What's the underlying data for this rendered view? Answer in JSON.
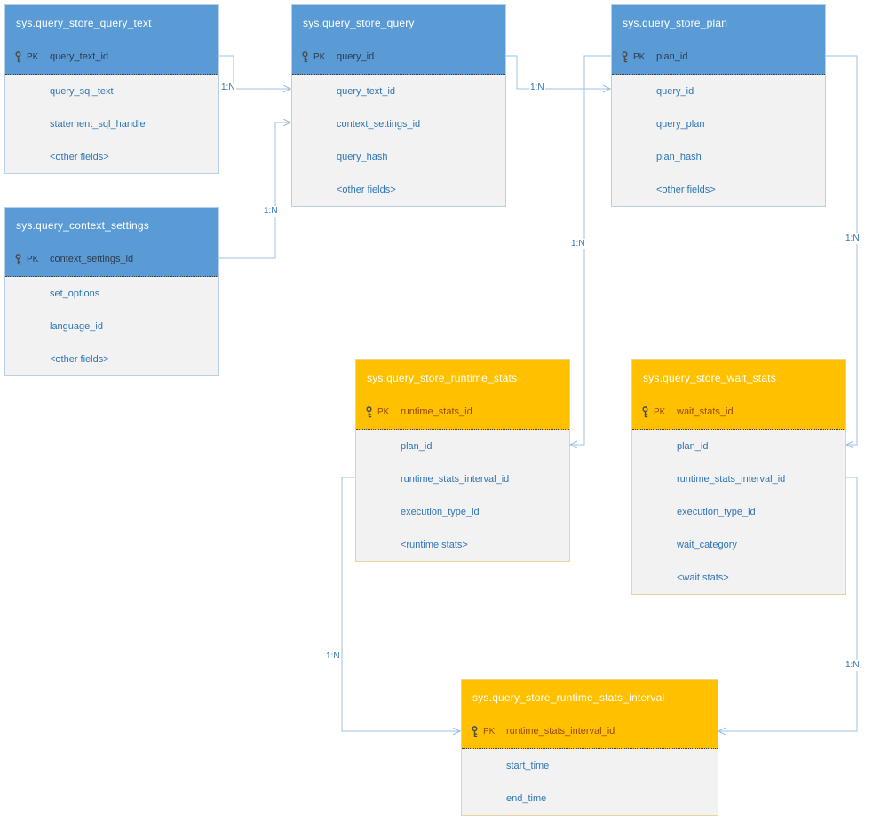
{
  "pk_label": "PK",
  "colors": {
    "blue_header": "#5b9bd5",
    "orange_header": "#ffc000",
    "body_background": "#f2f2f2",
    "field_text": "#2e75b6",
    "blue_pk_text": "#2d3b4e",
    "orange_pk_text": "#9c4708",
    "connector": "#9dc3e6"
  },
  "tables": [
    {
      "title": "sys.query_store_query_text",
      "theme": "blue",
      "pk": "query_text_id",
      "fields": [
        "query_sql_text",
        "statement_sql_handle",
        "<other fields>"
      ]
    },
    {
      "title": "sys.query_store_query",
      "theme": "blue",
      "pk": "query_id",
      "fields": [
        "query_text_id",
        "context_settings_id",
        "query_hash",
        "<other fields>"
      ]
    },
    {
      "title": "sys.query_store_plan",
      "theme": "blue",
      "pk": "plan_id",
      "fields": [
        "query_id",
        "query_plan",
        "plan_hash",
        "<other fields>"
      ]
    },
    {
      "title": "sys.query_context_settings",
      "theme": "blue",
      "pk": "context_settings_id",
      "fields": [
        "set_options",
        "language_id",
        "<other fields>"
      ]
    },
    {
      "title": "sys.query_store_runtime_stats",
      "theme": "orange",
      "pk": "runtime_stats_id",
      "fields": [
        "plan_id",
        "runtime_stats_interval_id",
        "execution_type_id",
        "<runtime stats>"
      ]
    },
    {
      "title": "sys.query_store_wait_stats",
      "theme": "orange",
      "pk": "wait_stats_id",
      "fields": [
        "plan_id",
        "runtime_stats_interval_id",
        "execution_type_id",
        "wait_category",
        "<wait stats>"
      ]
    },
    {
      "title": "sys.query_store_runtime_stats_interval",
      "theme": "orange",
      "pk": "runtime_stats_interval_id",
      "fields": [
        "start_time",
        "end_time"
      ]
    }
  ],
  "relationships": [
    {
      "from": "sys.query_store_query_text",
      "to": "sys.query_store_query",
      "label": "1:N"
    },
    {
      "from": "sys.query_context_settings",
      "to": "sys.query_store_query",
      "label": "1:N"
    },
    {
      "from": "sys.query_store_query",
      "to": "sys.query_store_plan",
      "label": "1:N"
    },
    {
      "from": "sys.query_store_plan",
      "to": "sys.query_store_runtime_stats",
      "label": "1:N"
    },
    {
      "from": "sys.query_store_plan",
      "to": "sys.query_store_wait_stats",
      "label": "1:N"
    },
    {
      "from": "sys.query_store_runtime_stats",
      "to": "sys.query_store_runtime_stats_interval",
      "label": "1:N"
    },
    {
      "from": "sys.query_store_wait_stats",
      "to": "sys.query_store_runtime_stats_interval",
      "label": "1:N"
    }
  ]
}
